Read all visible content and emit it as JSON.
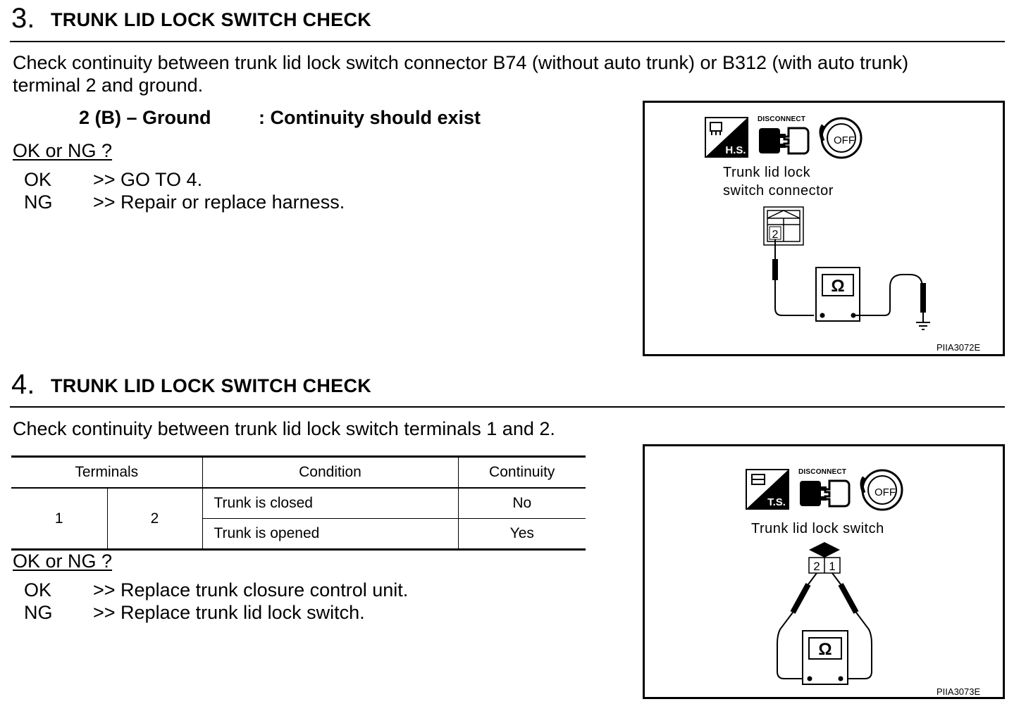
{
  "step3": {
    "number": "3.",
    "title": "TRUNK LID LOCK SWITCH CHECK",
    "instruction_line1": "Check continuity between trunk lid lock switch connector B74 (without auto trunk) or B312 (with auto trunk)",
    "instruction_line2": "terminal 2 and ground.",
    "spec_left": "2 (B) – Ground",
    "spec_right": ": Continuity should exist",
    "ok_ng_heading": "OK or NG ?",
    "ok_label": "OK",
    "ok_action": ">> GO TO 4.",
    "ng_label": "NG",
    "ng_action": ">> Repair or replace harness.",
    "figure": {
      "badge": "H.S.",
      "disconnect": "DISCONNECT",
      "key": "OFF",
      "label_line1": "Trunk lid lock",
      "label_line2": "switch connector",
      "terminal": "2",
      "meter_symbol": "Ω",
      "figure_id": "PIIA3072E"
    }
  },
  "step4": {
    "number": "4.",
    "title": "TRUNK LID LOCK SWITCH CHECK",
    "instruction": "Check continuity between trunk lid lock switch terminals 1 and 2.",
    "table": {
      "headers": [
        "Terminals",
        "Condition",
        "Continuity"
      ],
      "terminal_a": "1",
      "terminal_b": "2",
      "rows": [
        {
          "condition": "Trunk is closed",
          "continuity": "No"
        },
        {
          "condition": "Trunk is opened",
          "continuity": "Yes"
        }
      ]
    },
    "ok_ng_heading": "OK or NG ?",
    "ok_label": "OK",
    "ok_action": ">> Replace trunk closure control unit.",
    "ng_label": "NG",
    "ng_action": ">> Replace trunk lid lock switch.",
    "figure": {
      "badge": "T.S.",
      "disconnect": "DISCONNECT",
      "key": "OFF",
      "label": "Trunk lid lock switch",
      "terminal_left": "2",
      "terminal_right": "1",
      "meter_symbol": "Ω",
      "figure_id": "PIIA3073E"
    }
  }
}
